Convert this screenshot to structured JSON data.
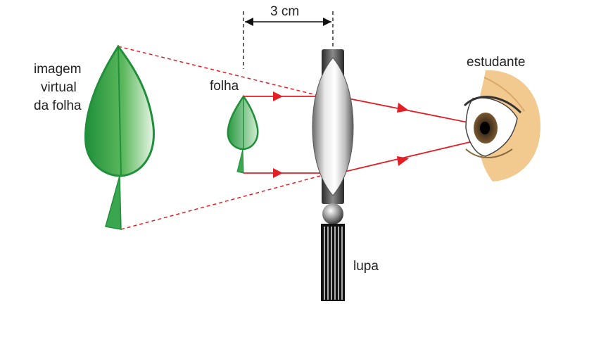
{
  "labels": {
    "virtual_image_line1": "imagem",
    "virtual_image_line2": "virtual",
    "virtual_image_line3": "da folha",
    "leaf": "folha",
    "distance": "3 cm",
    "magnifier": "lupa",
    "student": "estudante"
  },
  "colors": {
    "ray": "#e31e24",
    "leaf_dark": "#1f8f3a",
    "leaf_light": "#d9f0d9",
    "lens_frame": "#3a3a3a",
    "skin": "#f2c98f"
  }
}
